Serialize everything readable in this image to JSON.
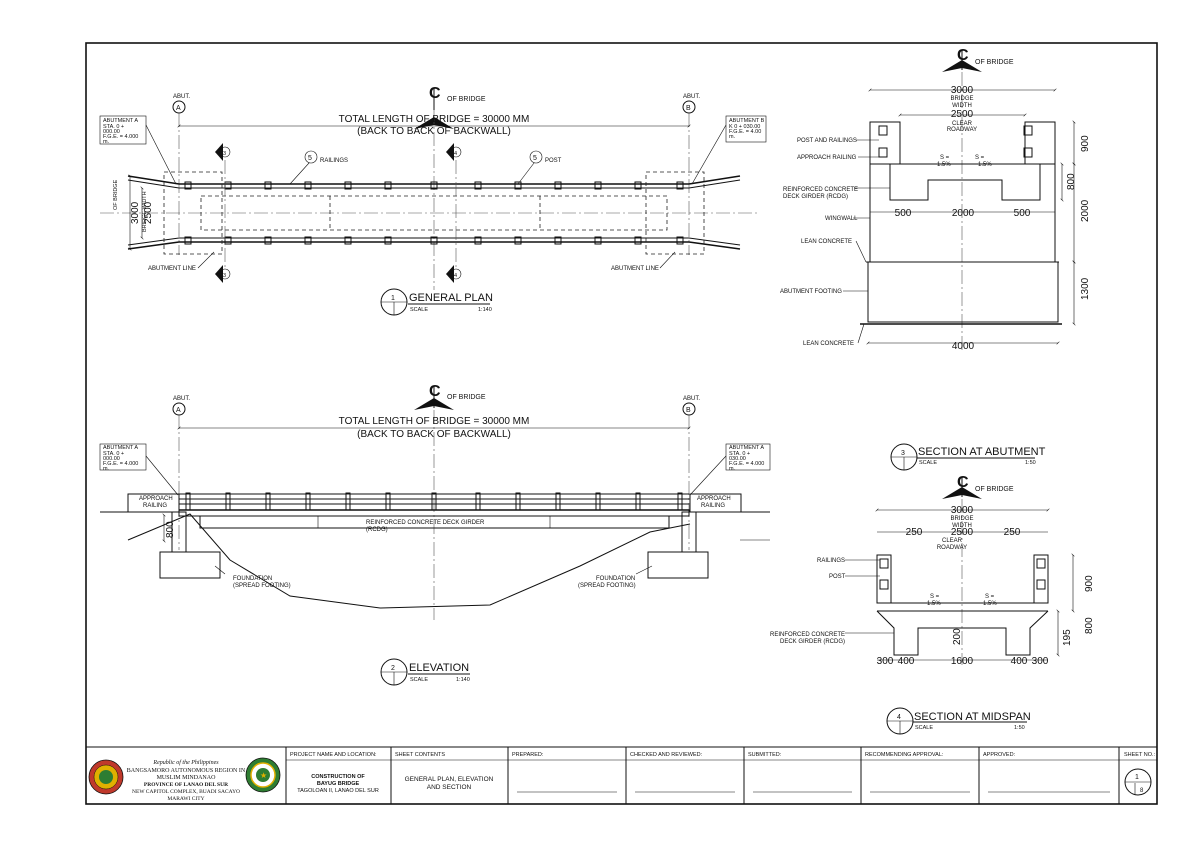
{
  "general_plan": {
    "cl_label": "OF BRIDGE",
    "abut_a": "ABUT.",
    "abut_a_letter": "A",
    "abut_b": "ABUT.",
    "abut_b_letter": "B",
    "total_length_line1": "TOTAL LENGTH OF BRIDGE = 30000 MM",
    "total_length_line2": "(BACK TO BACK OF BACKWALL)",
    "abutment_a_note": [
      "ABUTMENT A",
      "STA. 0 +",
      "000.00",
      "F.G.E. = 4.000",
      "m."
    ],
    "abutment_b_note": [
      "ABUTMENT B",
      "K 0 + 030.00",
      "F.G.E. = 4.00",
      "m."
    ],
    "railings_label": "RAILINGS",
    "post_label": "POST",
    "railings_callout": "5",
    "post_callout": "5",
    "section_3_top": "3",
    "section_3_bottom": "3",
    "section_4_top": "4",
    "section_4_bottom": "4",
    "abutment_line_left": "ABUTMENT LINE",
    "abutment_line_right": "ABUTMENT LINE",
    "cl_vertical": "OF BRIDGE",
    "width_3000": "3000",
    "width_2500": "2500",
    "width_note": "BRIDGE WIDTH",
    "title_number": "1",
    "title": "GENERAL PLAN",
    "scale_label": "SCALE",
    "scale_value": "1:140"
  },
  "elevation": {
    "cl_label": "OF BRIDGE",
    "abut_a": "ABUT.",
    "abut_a_letter": "A",
    "abut_b": "ABUT.",
    "abut_b_letter": "B",
    "total_length_line1": "TOTAL LENGTH OF BRIDGE = 30000 MM",
    "total_length_line2": "(BACK TO BACK OF BACKWALL)",
    "abutment_a_left": [
      "ABUTMENT A",
      "STA. 0 +",
      "000.00",
      "F.G.E. = 4.000",
      "m."
    ],
    "abutment_a_right": [
      "ABUTMENT A",
      "STA. 0 +",
      "030.00",
      "F.G.E. = 4.000",
      "m."
    ],
    "approach_left": [
      "APPROACH",
      "RAILING"
    ],
    "approach_right": [
      "APPROACH",
      "RAILING"
    ],
    "girder_label": "REINFORCED CONCRETE DECK GIRDER",
    "girder_label2": "(RCDG)",
    "dim_800": "800",
    "foundation_left": [
      "FOUNDATION",
      "(SPREAD FOOTING)"
    ],
    "foundation_right": [
      "FOUNDATION",
      "(SPREAD FOOTING)"
    ],
    "title_number": "2",
    "title": "ELEVATION",
    "scale_label": "SCALE",
    "scale_value": "1:140"
  },
  "section_abutment": {
    "cl_label": "OF BRIDGE",
    "dim_3000": "3000",
    "bridge_width": [
      "BRIDGE",
      "WIDTH"
    ],
    "dim_2500": "2500",
    "clear_roadway": [
      "CLEAR",
      "ROADWAY"
    ],
    "post_railings": "POST AND RAILINGS",
    "approach_railing": "APPROACH RAILING",
    "slope_left": [
      "S =",
      "1.5%"
    ],
    "slope_right": [
      "S =",
      "1.5%"
    ],
    "rcdg": [
      "REINFORCED CONCRETE",
      "DECK GIRDER (RCDG)"
    ],
    "wingwall": "WINGWALL",
    "lean_concrete_top": "LEAN CONCRETE",
    "abutment_footing": "ABUTMENT FOOTING",
    "lean_concrete_bottom": "LEAN CONCRETE",
    "dim_500_left": "500",
    "dim_2000_mid": "2000",
    "dim_500_right": "500",
    "dim_4000": "4000",
    "dim_900": "900",
    "dim_800": "800",
    "dim_2000_right": "2000",
    "dim_1300": "1300",
    "title_number": "3",
    "title": "SECTION AT ABUTMENT",
    "scale_label": "SCALE",
    "scale_value": "1:50"
  },
  "section_midspan": {
    "cl_label": "OF BRIDGE",
    "dim_3000": "3000",
    "bridge_width": [
      "BRIDGE",
      "WIDTH"
    ],
    "dim_250_left": "250",
    "dim_2500": "2500",
    "dim_250_right": "250",
    "clear_roadway": [
      "CLEAR",
      "ROADWAY"
    ],
    "railings": "RAILINGS",
    "post": "POST",
    "slope_left": [
      "S =",
      "1.5%"
    ],
    "slope_right": [
      "S =",
      "1.5%"
    ],
    "rcdg": [
      "REINFORCED CONCRETE",
      "DECK GIRDER (RCDG)"
    ],
    "dim_200": "200",
    "dim_900": "900",
    "dim_195": "195",
    "dim_800": "800",
    "bottom_dims": [
      "300",
      "400",
      "1600",
      "400",
      "300"
    ],
    "title_number": "4",
    "title": "SECTION AT MIDSPAN",
    "scale_label": "SCALE",
    "scale_value": "1:50"
  },
  "title_block": {
    "republic": "Republic of the Philippines",
    "region_line1": "BANGSAMORO AUTONOMOUS REGION IN",
    "region_line2": "MUSLIM MINDANAO",
    "province": "PROVINCE OF LANAO DEL SUR",
    "address": "NEW CAPITOL COMPLEX, BUADI SACAYO",
    "city": "MARAWI CITY",
    "headers": {
      "project": "PROJECT NAME AND LOCATION:",
      "contents": "SHEET CONTENTS",
      "prepared": "PREPARED:",
      "checked": "CHECKED AND REVIEWED:",
      "submitted": "SUBMITTED:",
      "recommending": "RECOMMENDING APPROVAL:",
      "approved": "APPROVED:",
      "sheet_no": "SHEET NO.:"
    },
    "project_line1": "CONSTRUCTION OF",
    "project_line2": "BAYUG BRIDGE",
    "project_line3": "TAGOLOAN II, LANAO DEL SUR",
    "contents_line1": "GENERAL PLAN, ELEVATION",
    "contents_line2": "AND SECTION",
    "sheet_number": "1",
    "sheet_total": "8"
  },
  "colors": {
    "line": "#111111",
    "seal_outer": "#c0392b",
    "seal_inner": "#2e7d32",
    "seal_gold": "#e0b000"
  }
}
